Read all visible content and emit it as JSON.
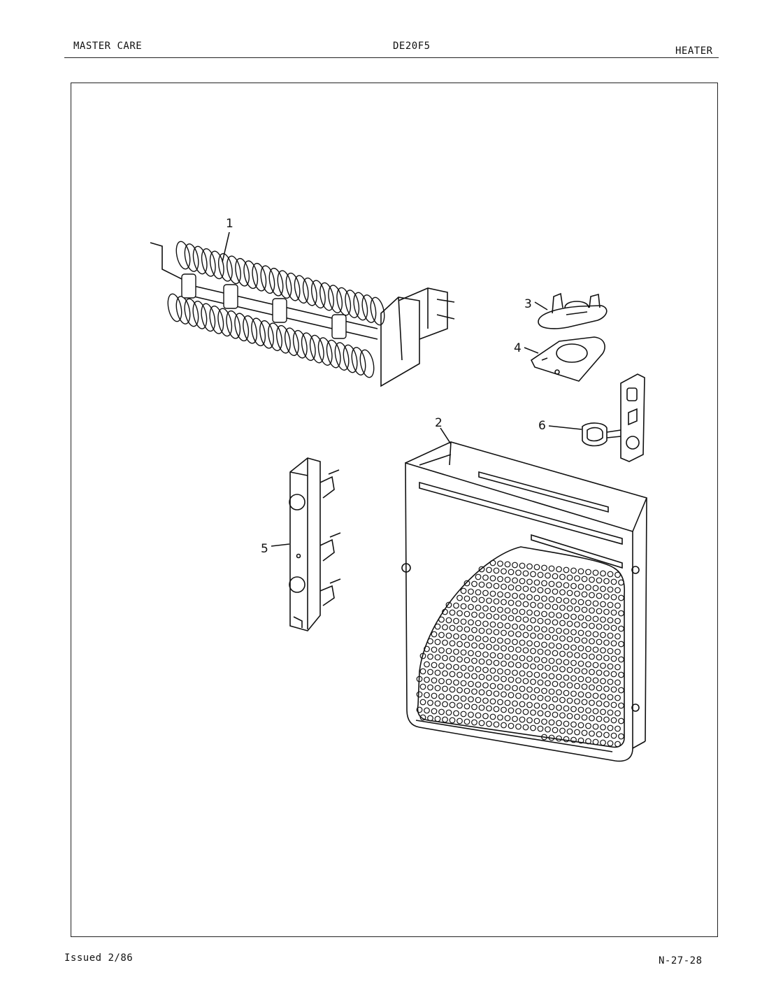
{
  "header": {
    "brand": "MASTER CARE",
    "model": "DE20F5",
    "section": "HEATER"
  },
  "footer": {
    "issued": "Issued 2/86",
    "page_code": "N-27-28"
  },
  "callouts": [
    {
      "id": "1",
      "label": "1"
    },
    {
      "id": "2",
      "label": "2"
    },
    {
      "id": "3",
      "label": "3"
    },
    {
      "id": "4",
      "label": "4"
    },
    {
      "id": "5",
      "label": "5"
    },
    {
      "id": "6",
      "label": "6"
    }
  ]
}
